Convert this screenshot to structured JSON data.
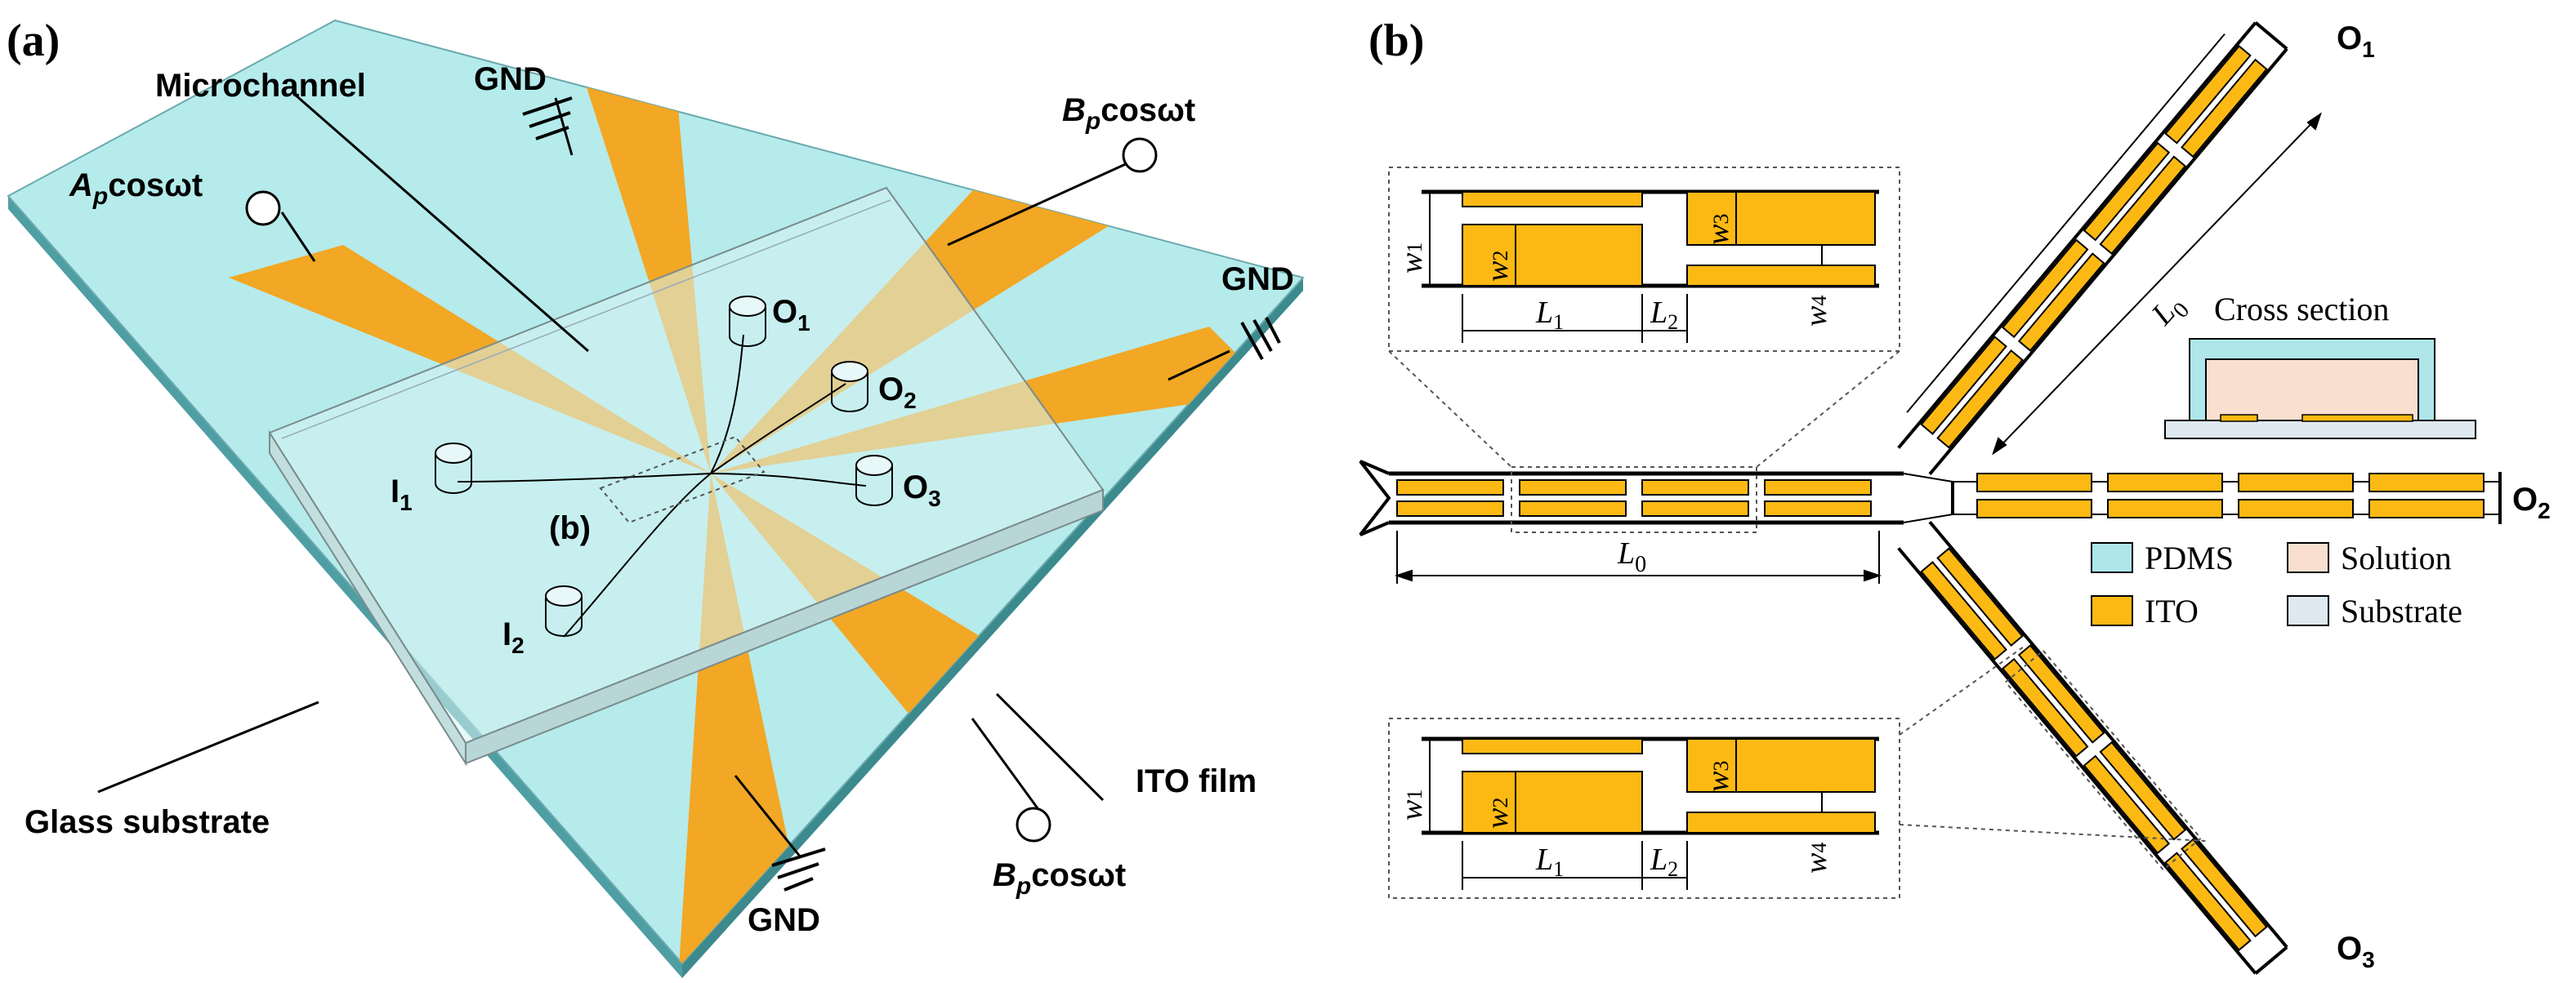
{
  "panel_a": {
    "tag": "(a)",
    "labels": {
      "microchannel": "Microchannel",
      "gnd_top": "GND",
      "bp_top": "cosωt",
      "bp_top_base": "B",
      "bp_top_sub": "p",
      "ap": "cosωt",
      "ap_base": "A",
      "ap_sub": "p",
      "gnd_right": "GND",
      "o1": "O",
      "o1_sub": "1",
      "o2": "O",
      "o2_sub": "2",
      "o3": "O",
      "o3_sub": "3",
      "i1": "I",
      "i1_sub": "1",
      "i2": "I",
      "i2_sub": "2",
      "zoom_tag": "(b)",
      "ito_film": "ITO film",
      "glass": "Glass substrate",
      "gnd_bottom": "GND",
      "bp_bottom": "cosωt",
      "bp_bottom_base": "B",
      "bp_bottom_sub": "p"
    }
  },
  "panel_b": {
    "tag": "(b)",
    "o1": "O",
    "o1_sub": "1",
    "o2": "O",
    "o2_sub": "2",
    "o3": "O",
    "o3_sub": "3",
    "l0_main": "L",
    "l0_main_sub": "0",
    "l0_diag": "L",
    "l0_diag_sub": "0",
    "cross_section": "Cross section",
    "inset": {
      "w1": "w",
      "w1_sub": "1",
      "w2": "w",
      "w2_sub": "2",
      "w3": "w",
      "w3_sub": "3",
      "w4": "w",
      "w4_sub": "4",
      "l1": "L",
      "l1_sub": "1",
      "l2": "L",
      "l2_sub": "2"
    },
    "legend": [
      {
        "label": "PDMS",
        "color": "#aee6ea"
      },
      {
        "label": "Solution",
        "color": "#f9dfcf"
      },
      {
        "label": "ITO",
        "color": "#fdb913"
      },
      {
        "label": "Substrate",
        "color": "#dfe9f2"
      }
    ]
  },
  "colors": {
    "glass": "#b5ebeb",
    "glass_edge": "#3c8a8e",
    "ito": "#fdb913",
    "pdms": "#aee6ea",
    "solution": "#f9dfcf",
    "substrate": "#dfe9f2"
  }
}
